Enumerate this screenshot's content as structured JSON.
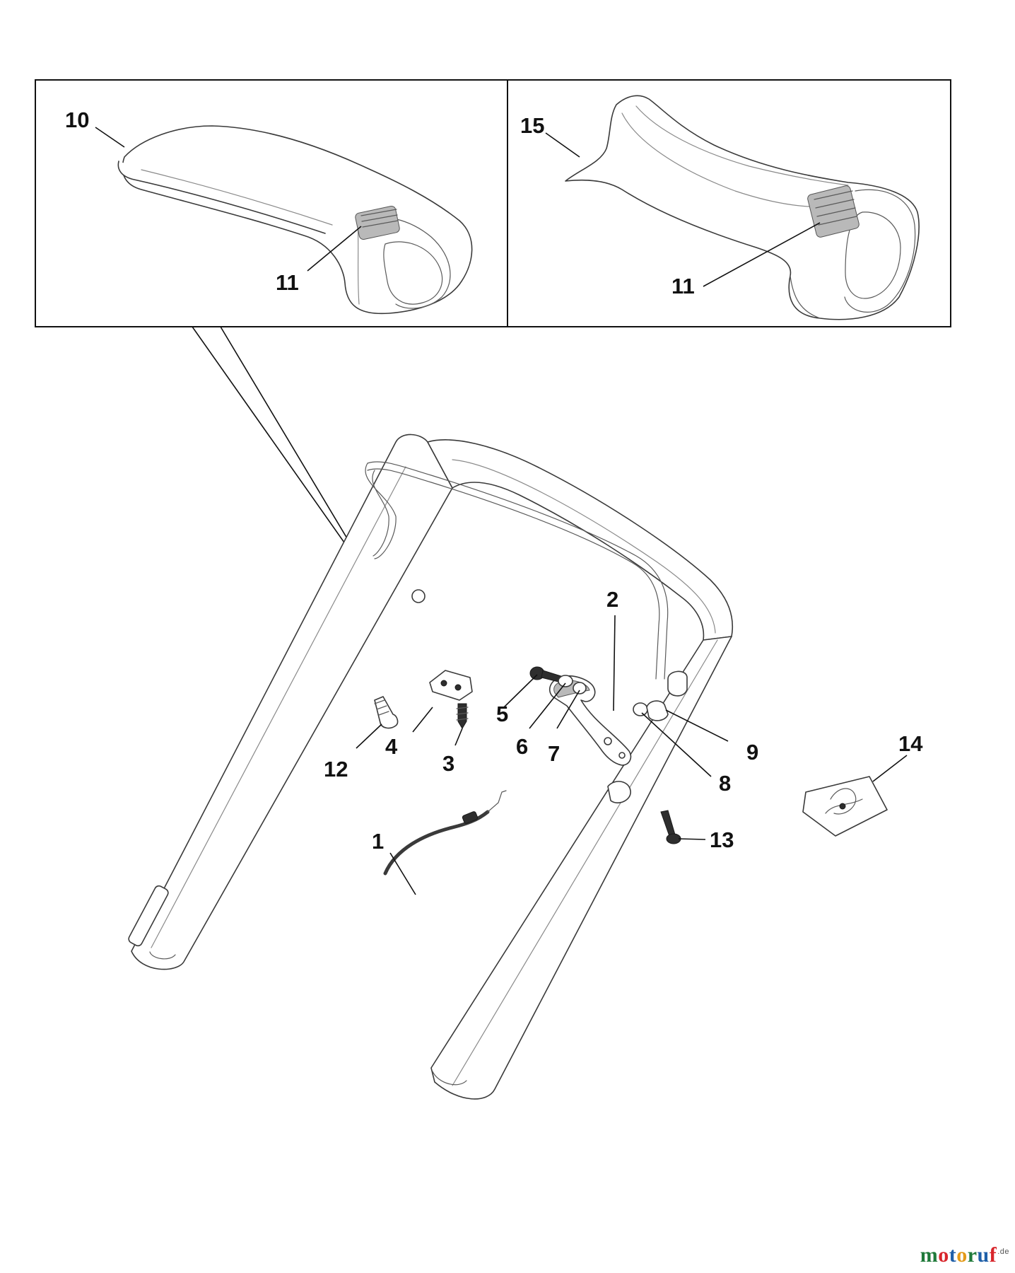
{
  "callouts": {
    "c1": "1",
    "c2": "2",
    "c3": "3",
    "c4": "4",
    "c5": "5",
    "c6": "6",
    "c7": "7",
    "c8": "8",
    "c9": "9",
    "c10": "10",
    "c11a": "11",
    "c11b": "11",
    "c12": "12",
    "c13": "13",
    "c14": "14",
    "c15": "15"
  },
  "watermark": {
    "letters": [
      "m",
      "o",
      "t",
      "o",
      "r",
      "u",
      "f"
    ],
    "colors": [
      "#1f7a3a",
      "#d8262c",
      "#1f5fa8",
      "#e39a19",
      "#1f7a3a",
      "#1f5fa8",
      "#d8262c"
    ],
    "suffix": ".de"
  }
}
